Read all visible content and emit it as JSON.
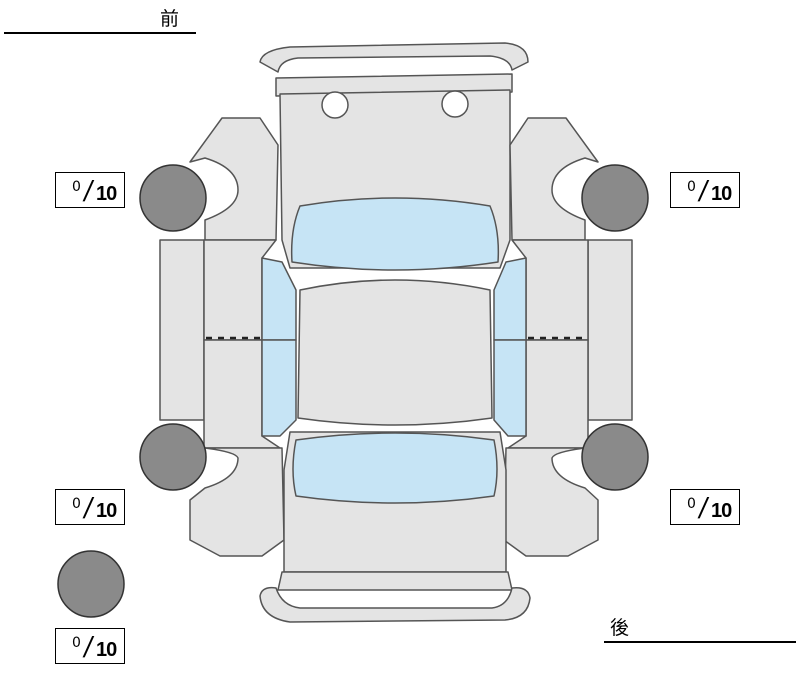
{
  "labels": {
    "front": "前",
    "rear": "後"
  },
  "tires": [
    {
      "id": "front-left",
      "value": "0",
      "max": "10"
    },
    {
      "id": "front-right",
      "value": "0",
      "max": "10"
    },
    {
      "id": "rear-left",
      "value": "0",
      "max": "10"
    },
    {
      "id": "rear-right",
      "value": "0",
      "max": "10"
    },
    {
      "id": "spare",
      "value": "0",
      "max": "10"
    }
  ],
  "colors": {
    "body": "#e4e4e4",
    "outline": "#555555",
    "glass": "#c6e4f5",
    "tire": "#8a8a8a"
  }
}
